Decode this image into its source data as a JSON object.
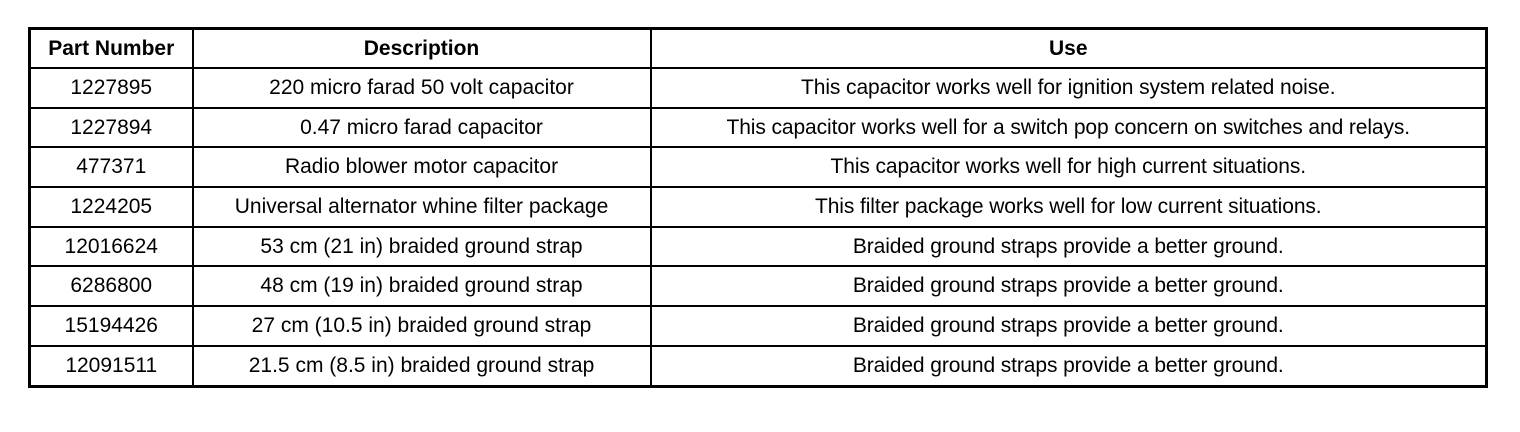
{
  "table": {
    "headers": {
      "part_number": "Part Number",
      "description": "Description",
      "use": "Use"
    },
    "rows": [
      {
        "part_number": "1227895",
        "description": "220 micro farad 50 volt capacitor",
        "use": "This capacitor works well for ignition system related noise."
      },
      {
        "part_number": "1227894",
        "description": "0.47 micro farad capacitor",
        "use": "This capacitor works well for a switch pop concern on switches and relays."
      },
      {
        "part_number": "477371",
        "description": "Radio blower motor capacitor",
        "use": "This capacitor works well for high current situations."
      },
      {
        "part_number": "1224205",
        "description": "Universal alternator whine filter package",
        "use": "This filter package works well for low current situations."
      },
      {
        "part_number": "12016624",
        "description": "53 cm (21 in) braided ground strap",
        "use": "Braided ground straps provide a better ground."
      },
      {
        "part_number": "6286800",
        "description": "48 cm (19 in) braided ground strap",
        "use": "Braided ground straps provide a better ground."
      },
      {
        "part_number": "15194426",
        "description": "27 cm (10.5 in) braided ground strap",
        "use": "Braided ground straps provide a better ground."
      },
      {
        "part_number": "12091511",
        "description": "21.5 cm (8.5 in) braided ground strap",
        "use": "Braided ground straps provide a better ground."
      }
    ]
  }
}
